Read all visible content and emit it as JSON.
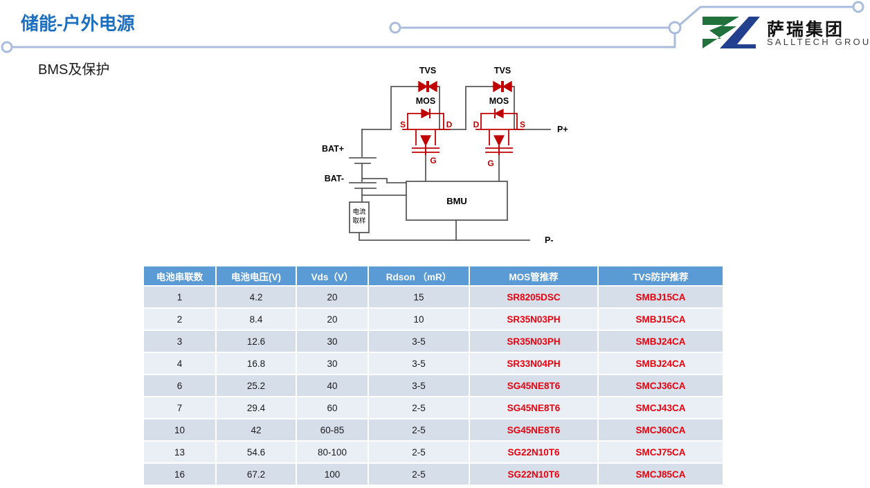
{
  "header": {
    "title": "储能-户外电源",
    "subtitle": "BMS及保护",
    "accent_color": "#1F6FC0",
    "deco_line_color": "#A9BCDC"
  },
  "logo": {
    "name_cn": "萨瑞集团",
    "name_en": "SALLTECH GROUP",
    "mark_green": "#21713C",
    "mark_blue": "#23408E"
  },
  "circuit": {
    "labels": {
      "tvs_left": "TVS",
      "tvs_right": "TVS",
      "mos_left": "MOS",
      "mos_right": "MOS",
      "mos_left_s": "S",
      "mos_left_d": "D",
      "mos_left_g": "G",
      "mos_right_d": "D",
      "mos_right_s": "S",
      "mos_right_g": "G",
      "bat_plus": "BAT+",
      "bat_minus": "BAT-",
      "p_plus": "P+",
      "p_minus": "P-",
      "bmu": "BMU",
      "shunt_line1": "电流",
      "shunt_line2": "取样"
    },
    "wire_color": "#595959",
    "device_color": "#C00000"
  },
  "table": {
    "header_bg": "#5B9BD5",
    "part_color": "#E8000D",
    "columns": [
      "电池串联数",
      "电池电压(V)",
      "Vds（V）",
      "Rdson （mR）",
      "MOS管推荐",
      "TVS防护推荐"
    ],
    "rows": [
      {
        "cells": [
          "1",
          "4.2",
          "20",
          "15",
          "SR8205DSC",
          "SMBJ15CA"
        ]
      },
      {
        "cells": [
          "2",
          "8.4",
          "20",
          "10",
          "SR35N03PH",
          "SMBJ15CA"
        ]
      },
      {
        "cells": [
          "3",
          "12.6",
          "30",
          "3-5",
          "SR35N03PH",
          "SMBJ24CA"
        ]
      },
      {
        "cells": [
          "4",
          "16.8",
          "30",
          "3-5",
          "SR33N04PH",
          "SMBJ24CA"
        ]
      },
      {
        "cells": [
          "6",
          "25.2",
          "40",
          "3-5",
          "SG45NE8T6",
          "SMCJ36CA"
        ]
      },
      {
        "cells": [
          "7",
          "29.4",
          "60",
          "2-5",
          "SG45NE8T6",
          "SMCJ43CA"
        ]
      },
      {
        "cells": [
          "10",
          "42",
          "60-85",
          "2-5",
          "SG45NE8T6",
          "SMCJ60CA"
        ]
      },
      {
        "cells": [
          "13",
          "54.6",
          "80-100",
          "2-5",
          "SG22N10T6",
          "SMCJ75CA"
        ]
      },
      {
        "cells": [
          "16",
          "67.2",
          "100",
          "2-5",
          "SG22N10T6",
          "SMCJ85CA"
        ]
      }
    ]
  }
}
